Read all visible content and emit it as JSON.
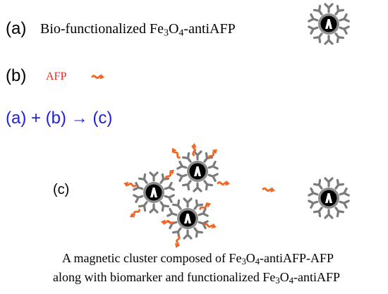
{
  "row_a": {
    "label": "(a)",
    "text_pre": "Bio-functionalized Fe",
    "sub1": "3",
    "text_mid": "O",
    "sub2": "4",
    "text_post": "-antiAFP"
  },
  "row_b": {
    "label": "(b)",
    "afp_text": "AFP",
    "afp_color": "#e8251c"
  },
  "equation": {
    "text": "(a) + (b) → (c)",
    "color": "#1f1fdc"
  },
  "row_c": {
    "label": "(c)"
  },
  "caption": {
    "line1_pre": "A magnetic cluster composed of Fe",
    "line1_sub1": "3",
    "line1_mid": "O",
    "line1_sub2": "4",
    "line1_post": "-antiAFP-AFP",
    "line2_pre": "along with biomarker and functionalized Fe",
    "line2_sub1": "3",
    "line2_mid": "O",
    "line2_sub2": "4",
    "line2_post": "-antiAFP"
  },
  "colors": {
    "antibody_gray": "#7b7b7b",
    "ring_gray": "#8c8c8c",
    "core_black": "#000000",
    "afp_orange": "#f26522"
  },
  "icons": [
    "nanoparticle-icon",
    "afp-antigen-icon"
  ]
}
